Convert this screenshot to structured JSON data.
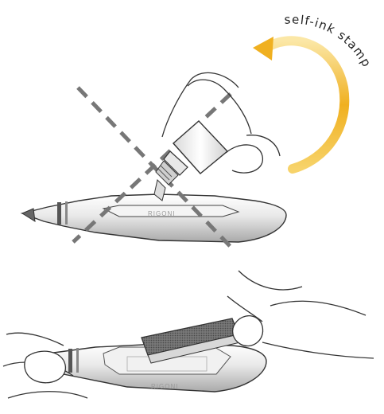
{
  "caption": "self-ink stamp",
  "brand_top": "RIGONI",
  "brand_bottom": "RIGONI",
  "colors": {
    "arrow": "#f0b020",
    "cross": "#777777",
    "outline": "#333333",
    "pen_body": "#e4e4e4",
    "stamp_pad": "#6a6a6a"
  }
}
